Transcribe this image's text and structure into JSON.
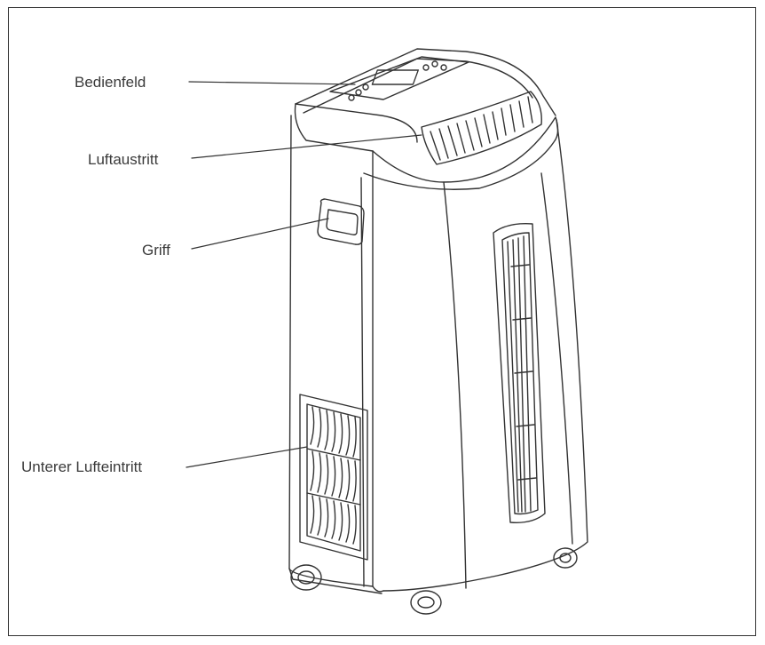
{
  "labels": {
    "control_panel": "Bedienfeld",
    "air_outlet": "Luftaustritt",
    "handle": "Griff",
    "lower_air_inlet": "Unterer Lufteintritt"
  },
  "colors": {
    "line": "#333333",
    "label_text": "#3a3a3a",
    "background": "#ffffff"
  }
}
